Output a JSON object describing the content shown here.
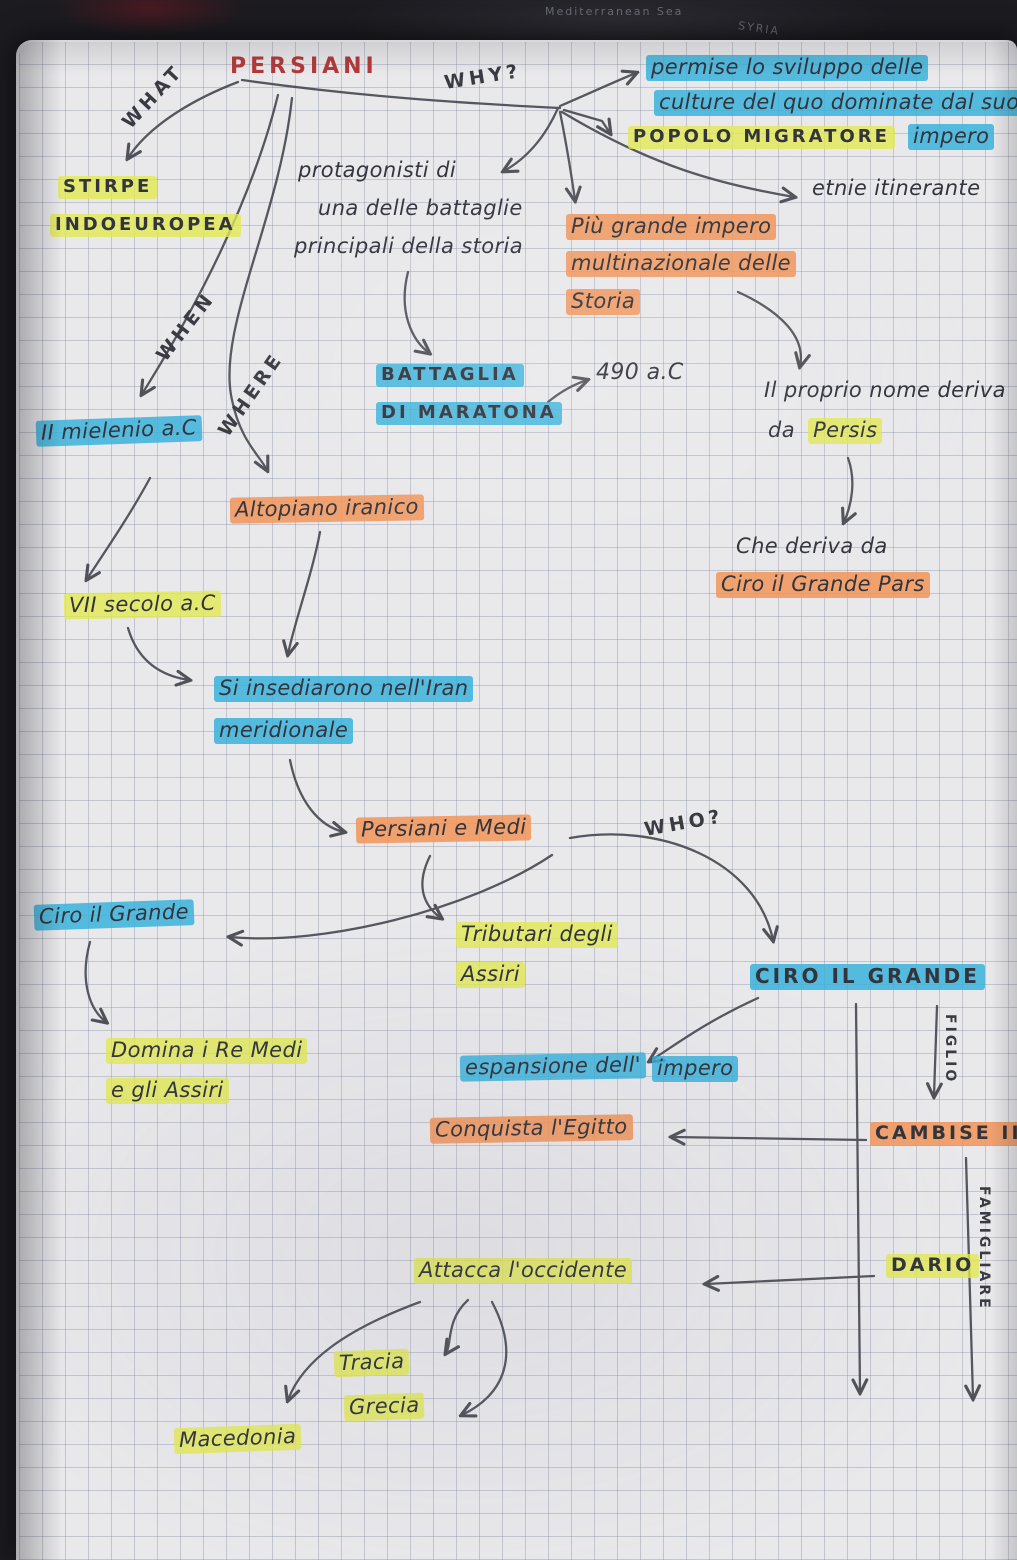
{
  "colors": {
    "highlight_yellow": "#e2e94e",
    "highlight_blue": "#34b1db",
    "highlight_orange": "#f0965c",
    "ink": "#33343c",
    "title_red": "#b43a3a",
    "paper": "#e9e9ec"
  },
  "desk": {
    "map_label_1": "Mediterranean Sea",
    "map_label_2": "SYRIA"
  },
  "texts": {
    "title": "PERSIANI",
    "what": "WHAT",
    "why": "WHY?",
    "when": "WHEN",
    "where": "WHERE",
    "who": "WHO?",
    "permise": "permise lo sviluppo delle",
    "culture": "culture del quo dominate dal suo",
    "popolo_migratore": "POPOLO MIGRATORE",
    "impero_top": "impero",
    "etnie": "etnie itinerante",
    "protagonisti_1": "protagonisti di",
    "protagonisti_2": "una delle battaglie",
    "protagonisti_3": "principali della storia",
    "piu_grande_1": "Più grande impero",
    "piu_grande_2": "multinazionale delle",
    "piu_grande_3": "Storia",
    "stirpe": "STIRPE",
    "indoeuropea": "INDOEUROPEA",
    "millennio": "II mielenio a.C",
    "battaglia_1": "BATTAGLIA",
    "battaglia_2": "DI MARATONA",
    "anno_490": "490 a.C",
    "nome_deriva": "Il proprio nome deriva",
    "da": "da",
    "persis": "Persis",
    "altopiano": "Altopiano iranico",
    "che_deriva": "Che deriva da",
    "ciro_pars": "Ciro il Grande Pars",
    "vii_secolo": "VII secolo a.C",
    "insediarono_1": "Si insediarono nell'Iran",
    "insediarono_2": "meridionale",
    "persiani_medi": "Persiani e Medi",
    "ciro_grande": "Ciro il Grande",
    "tributari_1": "Tributari degli",
    "tributari_2": "Assiri",
    "ciro_grande_caps": "CIRO IL GRANDE",
    "figlio": "FIGLIO",
    "domina_1": "Domina i Re Medi",
    "domina_2": "e gli Assiri",
    "espansione": "espansione dell'",
    "impero_2": "impero",
    "conquista": "Conquista l'Egitto",
    "cambise": "CAMBISE II",
    "famigliare": "FAMIGLIARE",
    "attacca": "Attacca l'occidente",
    "dario": "DARIO",
    "tracia": "Tracia",
    "grecia": "Grecia",
    "macedonia": "Macedonia"
  }
}
